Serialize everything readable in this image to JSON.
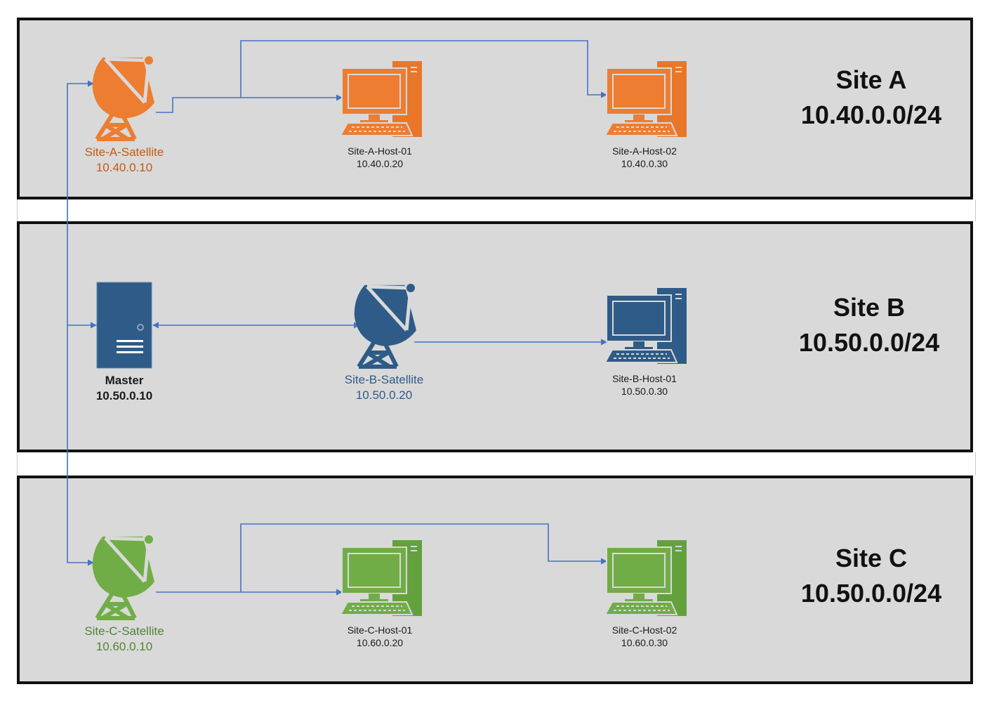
{
  "colors": {
    "site_a": "#ed7d31",
    "site_a_dark": "#c55a11",
    "site_b": "#2e5b87",
    "site_b_light": "#3a6f9f",
    "site_c": "#70ad47",
    "site_c_dark": "#548235",
    "link": "#4472c4",
    "panel": "#d9d9d9"
  },
  "sites": {
    "a": {
      "name": "Site A",
      "network": "10.40.0.0/24"
    },
    "b": {
      "name": "Site B",
      "network": "10.50.0.0/24"
    },
    "c": {
      "name": "Site C",
      "network": "10.50.0.0/24"
    }
  },
  "nodes": {
    "site_a_satellite": {
      "name": "Site-A-Satellite",
      "ip": "10.40.0.10",
      "icon": "satellite-dish-icon"
    },
    "site_a_host_01": {
      "name": "Site-A-Host-01",
      "ip": "10.40.0.20",
      "icon": "workstation-icon"
    },
    "site_a_host_02": {
      "name": "Site-A-Host-02",
      "ip": "10.40.0.30",
      "icon": "workstation-icon"
    },
    "master": {
      "name": "Master",
      "ip": "10.50.0.10",
      "icon": "server-icon"
    },
    "site_b_satellite": {
      "name": "Site-B-Satellite",
      "ip": "10.50.0.20",
      "icon": "satellite-dish-icon"
    },
    "site_b_host_01": {
      "name": "Site-B-Host-01",
      "ip": "10.50.0.30",
      "icon": "workstation-icon"
    },
    "site_c_satellite": {
      "name": "Site-C-Satellite",
      "ip": "10.60.0.10",
      "icon": "satellite-dish-icon"
    },
    "site_c_host_01": {
      "name": "Site-C-Host-01",
      "ip": "10.60.0.20",
      "icon": "workstation-icon"
    },
    "site_c_host_02": {
      "name": "Site-C-Host-02",
      "ip": "10.60.0.30",
      "icon": "workstation-icon"
    }
  }
}
